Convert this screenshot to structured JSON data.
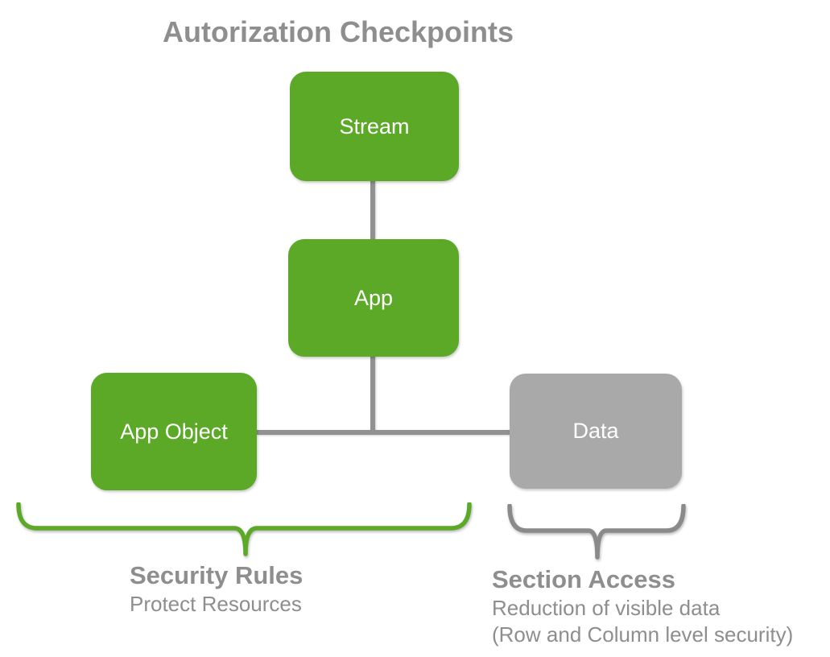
{
  "title": "Autorization Checkpoints",
  "nodes": {
    "stream": {
      "label": "Stream"
    },
    "app": {
      "label": "App"
    },
    "app_object": {
      "label": "App Object"
    },
    "data": {
      "label": "Data"
    }
  },
  "groups": {
    "security_rules": {
      "heading": "Security Rules",
      "line1": "Protect Resources"
    },
    "section_access": {
      "heading": "Section Access",
      "line1": "Reduction of visible data",
      "line2": "(Row and Column level security)"
    }
  },
  "colors": {
    "node_green": "#5ca928",
    "node_gray": "#a9a9a9",
    "connector_gray": "#919191",
    "brace_green": "#5ca928",
    "brace_gray": "#8a8a8a",
    "text_gray": "#8e8e8e",
    "node_text": "#ffffff",
    "background": "#ffffff"
  }
}
